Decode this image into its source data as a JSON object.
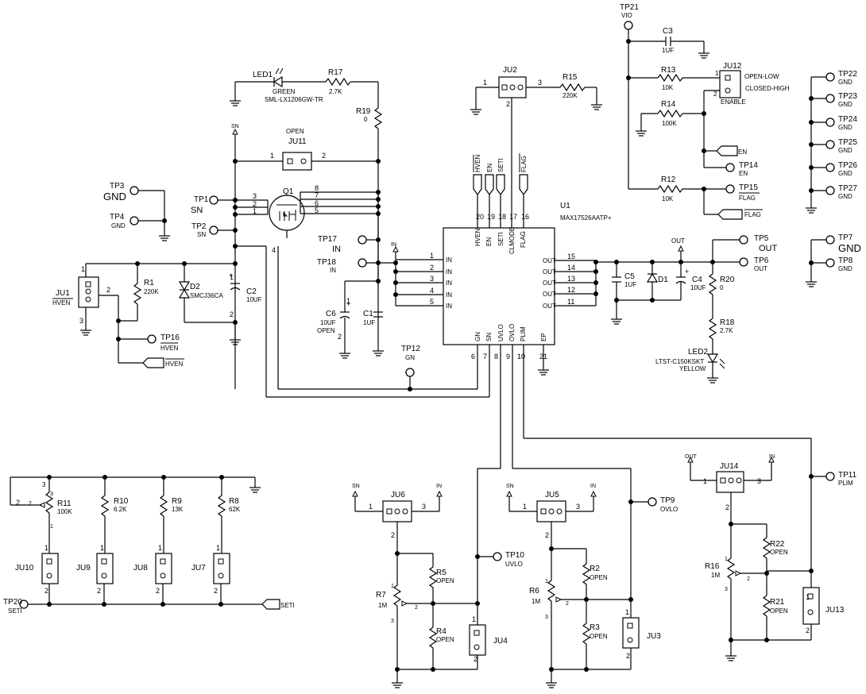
{
  "ic": {
    "ref": "U1",
    "part": "MAX17526AATP+",
    "left_pins": [
      "IN",
      "IN",
      "IN",
      "IN",
      "IN"
    ],
    "right_pins": [
      "OUT",
      "OUT",
      "OUT",
      "OUT",
      "OUT"
    ],
    "top_pins": [
      "HVEN",
      "EN",
      "SETI",
      "CLMODE",
      "FLAG"
    ],
    "bottom_pins": [
      "GN",
      "SN",
      "UVLO",
      "OVLO",
      "PLIM",
      "EP"
    ]
  },
  "pin_numbers": {
    "in": [
      "1",
      "2",
      "3",
      "4",
      "5"
    ],
    "out": [
      "15",
      "14",
      "13",
      "12",
      "11"
    ],
    "top": [
      "20",
      "19",
      "18",
      "17",
      "16"
    ],
    "bottom": [
      "6",
      "7",
      "8",
      "9",
      "10",
      "21"
    ]
  },
  "testpoints": {
    "tp21": {
      "ref": "TP21",
      "net": "VIO"
    },
    "tp3": {
      "ref": "TP3",
      "net": "GND"
    },
    "tp4": {
      "ref": "TP4",
      "net": "GND"
    },
    "tp1": {
      "ref": "TP1",
      "net": "SN"
    },
    "tp2": {
      "ref": "TP2",
      "net": "SN"
    },
    "tp17": {
      "ref": "TP17",
      "net": "IN"
    },
    "tp18": {
      "ref": "TP18",
      "net": "IN"
    },
    "tp16": {
      "ref": "TP16",
      "net": "HVEN"
    },
    "tp12": {
      "ref": "TP12",
      "net": "GN"
    },
    "tp5": {
      "ref": "TP5",
      "net": "OUT"
    },
    "tp6": {
      "ref": "TP6",
      "net": "OUT"
    },
    "tp7": {
      "ref": "TP7",
      "net": "GND"
    },
    "tp8": {
      "ref": "TP8",
      "net": "GND"
    },
    "tp14": {
      "ref": "TP14",
      "net": "EN"
    },
    "tp15": {
      "ref": "TP15",
      "net": "FLAG"
    },
    "tp22": {
      "ref": "TP22",
      "net": "GND"
    },
    "tp23": {
      "ref": "TP23",
      "net": "GND"
    },
    "tp24": {
      "ref": "TP24",
      "net": "GND"
    },
    "tp25": {
      "ref": "TP25",
      "net": "GND"
    },
    "tp26": {
      "ref": "TP26",
      "net": "GND"
    },
    "tp27": {
      "ref": "TP27",
      "net": "GND"
    },
    "tp20": {
      "ref": "TP20",
      "net": "SETI"
    },
    "tp10": {
      "ref": "TP10",
      "net": "UVLO"
    },
    "tp9": {
      "ref": "TP9",
      "net": "OVLO"
    },
    "tp11": {
      "ref": "TP11",
      "net": "PLIM"
    }
  },
  "components": {
    "led1": {
      "ref": "LED1",
      "color": "GREEN",
      "part": "SML-LX1206GW-TR"
    },
    "r17": {
      "ref": "R17",
      "value": "2.7K"
    },
    "r19": {
      "ref": "R19",
      "value": "0"
    },
    "ju11": {
      "ref": "JU11",
      "value": "OPEN"
    },
    "q1": {
      "ref": "Q1"
    },
    "ju1": {
      "ref": "JU1",
      "net": "HVEN"
    },
    "r1": {
      "ref": "R1",
      "value": "220K"
    },
    "d2": {
      "ref": "D2",
      "value": "SMCJ36CA"
    },
    "c2": {
      "ref": "C2",
      "value": "10UF"
    },
    "c6": {
      "ref": "C6",
      "value": "10UF",
      "value2": "OPEN"
    },
    "c1": {
      "ref": "C1",
      "value": "1UF"
    },
    "ju2": {
      "ref": "JU2"
    },
    "r15": {
      "ref": "R15",
      "value": "220K"
    },
    "c3": {
      "ref": "C3",
      "value": "1UF"
    },
    "r13": {
      "ref": "R13",
      "value": "10K"
    },
    "r14": {
      "ref": "R14",
      "value": "100K"
    },
    "r12": {
      "ref": "R12",
      "value": "10K"
    },
    "ju12": {
      "ref": "JU12",
      "open": "OPEN-LOW",
      "closed": "CLOSED-HIGH",
      "label": "ENABLE"
    },
    "c5": {
      "ref": "C5",
      "value": "1UF"
    },
    "d1": {
      "ref": "D1"
    },
    "c4": {
      "ref": "C4",
      "value": "10UF"
    },
    "r20": {
      "ref": "R20",
      "value": "0"
    },
    "r18": {
      "ref": "R18",
      "value": "2.7K"
    },
    "led2": {
      "ref": "LED2",
      "part": "LTST-C150KSKT",
      "color": "YELLOW"
    },
    "r11": {
      "ref": "R11",
      "value": "100K"
    },
    "r10": {
      "ref": "R10",
      "value": "6.2K"
    },
    "r9": {
      "ref": "R9",
      "value": "13K"
    },
    "r8": {
      "ref": "R8",
      "value": "62K"
    },
    "ju10": {
      "ref": "JU10"
    },
    "ju9": {
      "ref": "JU9"
    },
    "ju8": {
      "ref": "JU8"
    },
    "ju7": {
      "ref": "JU7"
    },
    "ju6": {
      "ref": "JU6"
    },
    "r7": {
      "ref": "R7",
      "value": "1M"
    },
    "r5": {
      "ref": "R5",
      "value": "OPEN"
    },
    "r4": {
      "ref": "R4",
      "value": "OPEN"
    },
    "ju4": {
      "ref": "JU4"
    },
    "ju5": {
      "ref": "JU5"
    },
    "r6": {
      "ref": "R6",
      "value": "1M"
    },
    "r2": {
      "ref": "R2",
      "value": "OPEN"
    },
    "r3": {
      "ref": "R3",
      "value": "OPEN"
    },
    "ju3": {
      "ref": "JU3"
    },
    "ju14": {
      "ref": "JU14"
    },
    "r16": {
      "ref": "R16",
      "value": "1M"
    },
    "r22": {
      "ref": "R22",
      "value": "OPEN"
    },
    "r21": {
      "ref": "R21",
      "value": "OPEN"
    },
    "ju13": {
      "ref": "JU13"
    }
  },
  "nets": {
    "sn": "SN",
    "in": "IN",
    "out": "OUT",
    "en": "EN",
    "flag": "FLAG",
    "hven": "HVEN",
    "seti": "SETI"
  },
  "pins": {
    "one": "1",
    "two": "2",
    "three": "3",
    "four": "4",
    "five": "5",
    "six": "6",
    "seven": "7",
    "eight": "8"
  }
}
